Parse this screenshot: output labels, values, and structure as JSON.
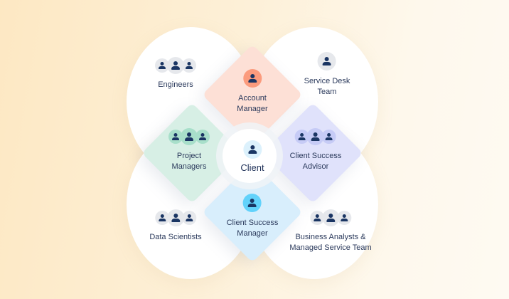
{
  "colors": {
    "background_start": "#fde8c3",
    "background_end": "#fefaf2",
    "text": "#2b3a5c",
    "icon": "#1a3563",
    "neutral_avatar": "#e6e8ec",
    "account_manager_tile": "#fde0d6",
    "account_manager_avatar": "#fb9b7d",
    "project_managers_tile": "#d7efe5",
    "project_managers_avatar": "#a8dfca",
    "client_success_advisor_tile": "#e0e2fb",
    "client_success_advisor_avatar": "#c6cbf6",
    "client_success_manager_tile": "#d8eefc",
    "client_success_manager_avatar": "#62d2fb",
    "client_avatar": "#dcf1fc"
  },
  "center": {
    "label": "Client",
    "icon": "person-icon"
  },
  "outer_groups": [
    {
      "id": "engineers",
      "lines": [
        "Engineers"
      ],
      "icon": "group-icon"
    },
    {
      "id": "service-desk",
      "lines": [
        "Service Desk",
        "Team"
      ],
      "icon": "person-icon"
    },
    {
      "id": "data-scientists",
      "lines": [
        "Data Scientists"
      ],
      "icon": "group-icon"
    },
    {
      "id": "business-analysts",
      "lines": [
        "Business Analysts &",
        "Managed Service Team"
      ],
      "icon": "group-icon"
    }
  ],
  "inner_roles": [
    {
      "id": "account-manager",
      "lines": [
        "Account",
        "Manager"
      ],
      "icon": "person-icon"
    },
    {
      "id": "project-managers",
      "lines": [
        "Project",
        "Managers"
      ],
      "icon": "group-icon"
    },
    {
      "id": "client-success-advisor",
      "lines": [
        "Client Success",
        "Advisor"
      ],
      "icon": "group-icon"
    },
    {
      "id": "client-success-manager",
      "lines": [
        "Client Success",
        "Manager"
      ],
      "icon": "person-icon"
    }
  ]
}
